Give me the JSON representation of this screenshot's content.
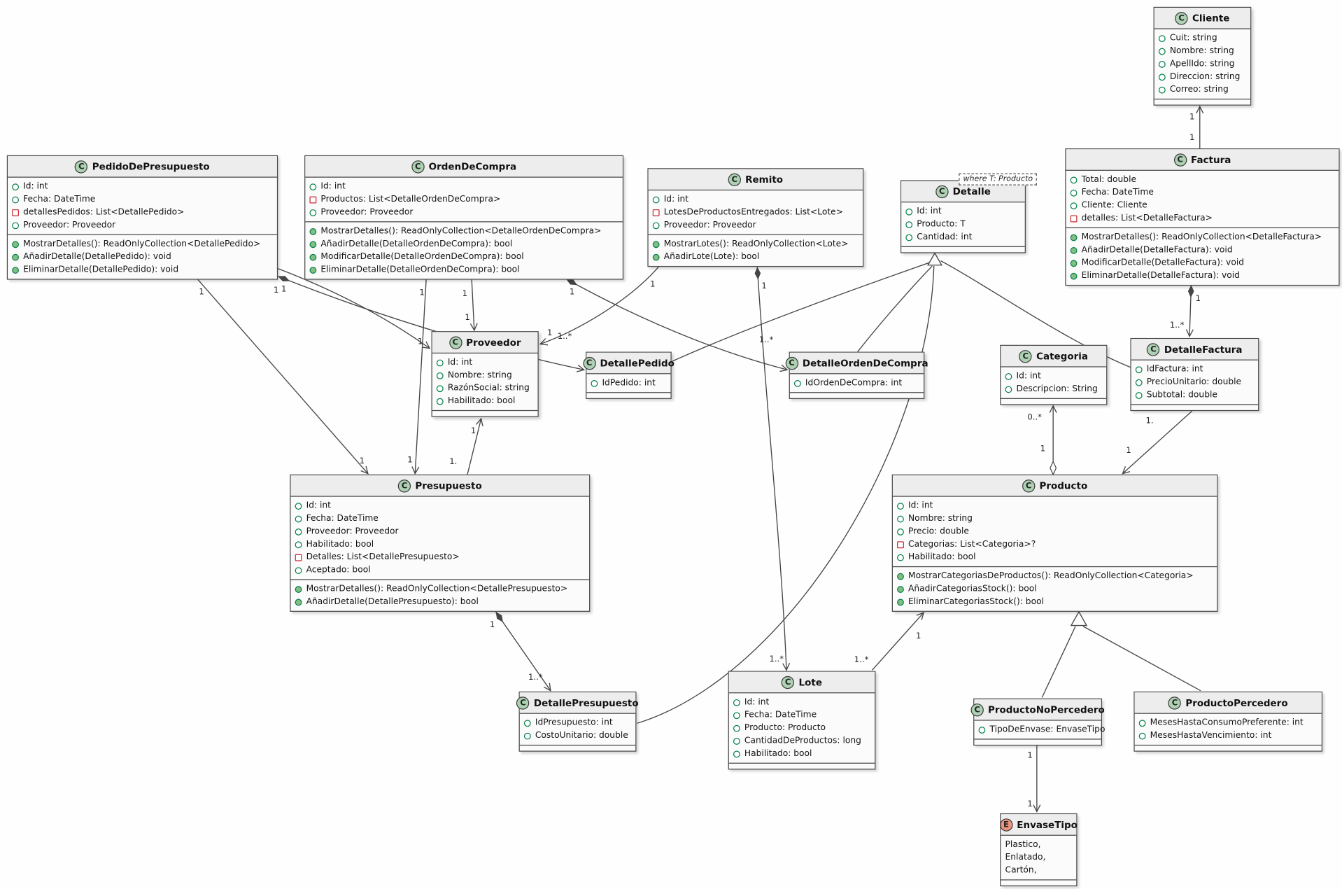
{
  "diagram": {
    "kind": "uml-class-diagram",
    "colors": {
      "class_icon_fill": "#ADD1B2",
      "enum_icon_fill": "#EB937F",
      "public_method_icon_fill": "#84BE84",
      "public_field_icon_border": "#038048",
      "private_field_icon_border": "#C82930",
      "box_fill": "#FBFBFB",
      "header_fill": "#EDEDED",
      "line": "#454645"
    },
    "classes": [
      {
        "id": "cliente",
        "kind": "class",
        "icon_letter": "C",
        "name": "Cliente",
        "attributes": [
          {
            "icon": "public-field-icon",
            "text": "Cuit: string"
          },
          {
            "icon": "public-field-icon",
            "text": "Nombre: string"
          },
          {
            "icon": "public-field-icon",
            "text": "ApellIdo: string"
          },
          {
            "icon": "public-field-icon",
            "text": "Direccion: string"
          },
          {
            "icon": "public-field-icon",
            "text": "Correo: string"
          }
        ],
        "methods": []
      },
      {
        "id": "pedidoDePresupuesto",
        "kind": "class",
        "icon_letter": "C",
        "name": "PedidoDePresupuesto",
        "attributes": [
          {
            "icon": "public-field-icon",
            "text": "Id: int"
          },
          {
            "icon": "public-field-icon",
            "text": "Fecha: DateTime"
          },
          {
            "icon": "private-field-icon",
            "text": "detallesPedidos: List<DetallePedido>"
          },
          {
            "icon": "public-field-icon",
            "text": "Proveedor: Proveedor"
          }
        ],
        "methods": [
          {
            "icon": "public-method-icon",
            "text": "MostrarDetalles(): ReadOnlyCollection<DetallePedido>"
          },
          {
            "icon": "public-method-icon",
            "text": "AñadirDetalle(DetallePedido): void"
          },
          {
            "icon": "public-method-icon",
            "text": "EliminarDetalle(DetallePedido): void"
          }
        ]
      },
      {
        "id": "ordenDeCompra",
        "kind": "class",
        "icon_letter": "C",
        "name": "OrdenDeCompra",
        "attributes": [
          {
            "icon": "public-field-icon",
            "text": "Id: int"
          },
          {
            "icon": "private-field-icon",
            "text": "Productos: List<DetalleOrdenDeCompra>"
          },
          {
            "icon": "public-field-icon",
            "text": "Proveedor: Proveedor"
          }
        ],
        "methods": [
          {
            "icon": "public-method-icon",
            "text": "MostrarDetalles(): ReadOnlyCollection<DetalleOrdenDeCompra>"
          },
          {
            "icon": "public-method-icon",
            "text": "AñadirDetalle(DetalleOrdenDeCompra): bool"
          },
          {
            "icon": "public-method-icon",
            "text": "ModificarDetalle(DetalleOrdenDeCompra): bool"
          },
          {
            "icon": "public-method-icon",
            "text": "EliminarDetalle(DetalleOrdenDeCompra): bool"
          }
        ]
      },
      {
        "id": "remito",
        "kind": "class",
        "icon_letter": "C",
        "name": "Remito",
        "attributes": [
          {
            "icon": "public-field-icon",
            "text": "Id: int"
          },
          {
            "icon": "private-field-icon",
            "text": "LotesDeProductosEntregados: List<Lote>"
          },
          {
            "icon": "public-field-icon",
            "text": "Proveedor: Proveedor"
          }
        ],
        "methods": [
          {
            "icon": "public-method-icon",
            "text": "MostrarLotes(): ReadOnlyCollection<Lote>"
          },
          {
            "icon": "public-method-icon",
            "text": "AñadirLote(Lote): bool"
          }
        ]
      },
      {
        "id": "detalle",
        "kind": "class",
        "icon_letter": "C",
        "name": "Detalle",
        "generic_note": "where T: Producto",
        "attributes": [
          {
            "icon": "public-field-icon",
            "text": "Id: int"
          },
          {
            "icon": "public-field-icon",
            "text": "Producto: T"
          },
          {
            "icon": "public-field-icon",
            "text": "Cantidad: int"
          }
        ],
        "methods": []
      },
      {
        "id": "factura",
        "kind": "class",
        "icon_letter": "C",
        "name": "Factura",
        "attributes": [
          {
            "icon": "public-field-icon",
            "text": "Total: double"
          },
          {
            "icon": "public-field-icon",
            "text": "Fecha: DateTime"
          },
          {
            "icon": "public-field-icon",
            "text": "Cliente: Cliente"
          },
          {
            "icon": "private-field-icon",
            "text": "detalles: List<DetalleFactura>"
          }
        ],
        "methods": [
          {
            "icon": "public-method-icon",
            "text": "MostrarDetalles(): ReadOnlyCollection<DetalleFactura>"
          },
          {
            "icon": "public-method-icon",
            "text": "AñadirDetalle(DetalleFactura): void"
          },
          {
            "icon": "public-method-icon",
            "text": "ModificarDetalle(DetalleFactura): void"
          },
          {
            "icon": "public-method-icon",
            "text": "EliminarDetalle(DetalleFactura): void"
          }
        ]
      },
      {
        "id": "proveedor",
        "kind": "class",
        "icon_letter": "C",
        "name": "Proveedor",
        "attributes": [
          {
            "icon": "public-field-icon",
            "text": "Id: int"
          },
          {
            "icon": "public-field-icon",
            "text": "Nombre: string"
          },
          {
            "icon": "public-field-icon",
            "text": "RazónSocial: string"
          },
          {
            "icon": "public-field-icon",
            "text": "Habilitado: bool"
          }
        ],
        "methods": []
      },
      {
        "id": "detallePedido",
        "kind": "class",
        "icon_letter": "C",
        "name": "DetallePedido",
        "attributes": [
          {
            "icon": "public-field-icon",
            "text": "IdPedido: int"
          }
        ],
        "methods": []
      },
      {
        "id": "detalleOrdenDeCompra",
        "kind": "class",
        "icon_letter": "C",
        "name": "DetalleOrdenDeCompra",
        "attributes": [
          {
            "icon": "public-field-icon",
            "text": "IdOrdenDeCompra: int"
          }
        ],
        "methods": []
      },
      {
        "id": "categoria",
        "kind": "class",
        "icon_letter": "C",
        "name": "Categoria",
        "attributes": [
          {
            "icon": "public-field-icon",
            "text": "Id: int"
          },
          {
            "icon": "public-field-icon",
            "text": "Descripcion: String"
          }
        ],
        "methods": []
      },
      {
        "id": "detalleFactura",
        "kind": "class",
        "icon_letter": "C",
        "name": "DetalleFactura",
        "attributes": [
          {
            "icon": "public-field-icon",
            "text": "IdFactura: int"
          },
          {
            "icon": "public-field-icon",
            "text": "PrecioUnitario: double"
          },
          {
            "icon": "public-field-icon",
            "text": "Subtotal: double"
          }
        ],
        "methods": []
      },
      {
        "id": "presupuesto",
        "kind": "class",
        "icon_letter": "C",
        "name": "Presupuesto",
        "attributes": [
          {
            "icon": "public-field-icon",
            "text": "Id: int"
          },
          {
            "icon": "public-field-icon",
            "text": "Fecha: DateTime"
          },
          {
            "icon": "public-field-icon",
            "text": "Proveedor: Proveedor"
          },
          {
            "icon": "public-field-icon",
            "text": "Habilitado: bool"
          },
          {
            "icon": "private-field-icon",
            "text": "Detalles: List<DetallePresupuesto>"
          },
          {
            "icon": "public-field-icon",
            "text": "Aceptado: bool"
          }
        ],
        "methods": [
          {
            "icon": "public-method-icon",
            "text": "MostrarDetalles(): ReadOnlyCollection<DetallePresupuesto>"
          },
          {
            "icon": "public-method-icon",
            "text": "AñadirDetalle(DetallePresupuesto): bool"
          }
        ]
      },
      {
        "id": "producto",
        "kind": "class",
        "icon_letter": "C",
        "name": "Producto",
        "attributes": [
          {
            "icon": "public-field-icon",
            "text": "Id: int"
          },
          {
            "icon": "public-field-icon",
            "text": "Nombre: string"
          },
          {
            "icon": "public-field-icon",
            "text": "Precio: double"
          },
          {
            "icon": "private-field-icon",
            "text": "Categorias: List<Categoria>?"
          },
          {
            "icon": "public-field-icon",
            "text": "Habilitado: bool"
          }
        ],
        "methods": [
          {
            "icon": "public-method-icon",
            "text": "MostrarCategoriasDeProductos(): ReadOnlyCollection<Categoria>"
          },
          {
            "icon": "public-method-icon",
            "text": "AñadirCategoriasStock(): bool"
          },
          {
            "icon": "public-method-icon",
            "text": "EliminarCategoriasStock(): bool"
          }
        ]
      },
      {
        "id": "detallePresupuesto",
        "kind": "class",
        "icon_letter": "C",
        "name": "DetallePresupuesto",
        "attributes": [
          {
            "icon": "public-field-icon",
            "text": "IdPresupuesto: int"
          },
          {
            "icon": "public-field-icon",
            "text": "CostoUnitario: double"
          }
        ],
        "methods": []
      },
      {
        "id": "lote",
        "kind": "class",
        "icon_letter": "C",
        "name": "Lote",
        "attributes": [
          {
            "icon": "public-field-icon",
            "text": "Id: int"
          },
          {
            "icon": "public-field-icon",
            "text": "Fecha: DateTime"
          },
          {
            "icon": "public-field-icon",
            "text": "Producto: Producto"
          },
          {
            "icon": "public-field-icon",
            "text": "CantidadDeProductos: long"
          },
          {
            "icon": "public-field-icon",
            "text": "Habilitado: bool"
          }
        ],
        "methods": []
      },
      {
        "id": "productoNoPercedero",
        "kind": "class",
        "icon_letter": "C",
        "name": "ProductoNoPercedero",
        "attributes": [
          {
            "icon": "public-field-icon",
            "text": "TipoDeEnvase: EnvaseTipo"
          }
        ],
        "methods": []
      },
      {
        "id": "productoPercedero",
        "kind": "class",
        "icon_letter": "C",
        "name": "ProductoPercedero",
        "attributes": [
          {
            "icon": "public-field-icon",
            "text": "MesesHastaConsumoPreferente: int"
          },
          {
            "icon": "public-field-icon",
            "text": "MesesHastaVencimiento: int"
          }
        ],
        "methods": []
      },
      {
        "id": "envaseTipo",
        "kind": "enum",
        "icon_letter": "E",
        "name": "EnvaseTipo",
        "values": [
          "Plastico,",
          "Enlatado,",
          "Cartón,"
        ],
        "methods": []
      }
    ],
    "edges": [
      {
        "id": "factura-cliente",
        "type": "assoc",
        "labels": [
          "1",
          "1"
        ]
      },
      {
        "id": "factura-detallefactura",
        "type": "compose",
        "labels": [
          "1",
          "1..*"
        ]
      },
      {
        "id": "detallefactura-producto",
        "type": "assoc",
        "labels": [
          "1.",
          "1"
        ]
      },
      {
        "id": "producto-categoria",
        "type": "aggregate",
        "labels": [
          "1",
          "0..*"
        ]
      },
      {
        "id": "lote-producto",
        "type": "assoc",
        "labels": [
          "1..*",
          "1"
        ]
      },
      {
        "id": "remito-lote",
        "type": "compose",
        "labels": [
          "1",
          "1..*"
        ]
      },
      {
        "id": "remito-proveedor",
        "type": "assoc",
        "labels": [
          "1",
          "1"
        ]
      },
      {
        "id": "ordendecompra-proveedor",
        "type": "assoc",
        "labels": [
          "1",
          "1"
        ]
      },
      {
        "id": "ordendecompra-detalleordendecompra",
        "type": "compose",
        "labels": [
          "1",
          "1..*"
        ]
      },
      {
        "id": "pedidodepresupuesto-detallepedido",
        "type": "compose",
        "labels": [
          "1",
          "1..*"
        ]
      },
      {
        "id": "pedidodepresupuesto-proveedor",
        "type": "assoc",
        "labels": [
          "1",
          "1"
        ]
      },
      {
        "id": "pedidodepresupuesto-presupuesto",
        "type": "assoc",
        "labels": [
          "1",
          "1"
        ]
      },
      {
        "id": "ordendecompra-presupuesto",
        "type": "assoc",
        "labels": [
          "1",
          "1"
        ]
      },
      {
        "id": "presupuesto-proveedor",
        "type": "assoc",
        "labels": [
          "1.",
          "1"
        ]
      },
      {
        "id": "presupuesto-detallepresupuesto",
        "type": "compose",
        "labels": [
          "1",
          "1..*"
        ]
      },
      {
        "id": "productonopercedero-envasetipo",
        "type": "assoc",
        "labels": [
          "1",
          "1"
        ]
      },
      {
        "id": "productonopercedero-producto",
        "type": "inherit",
        "labels": []
      },
      {
        "id": "productopercedero-producto",
        "type": "inherit",
        "labels": []
      },
      {
        "id": "detallepedido-detalle",
        "type": "inherit",
        "labels": []
      },
      {
        "id": "detalleordendecompra-detalle",
        "type": "inherit",
        "labels": []
      },
      {
        "id": "detallefactura-detalle",
        "type": "inherit",
        "labels": []
      },
      {
        "id": "detallepresupuesto-detalle",
        "type": "inherit",
        "labels": []
      }
    ]
  }
}
